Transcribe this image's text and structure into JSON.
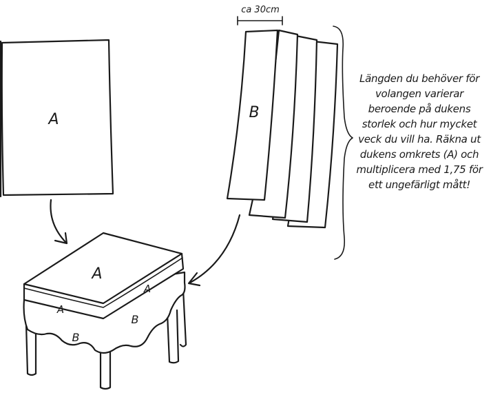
{
  "labels": {
    "a_sheet": "A",
    "b_strip": "B",
    "width": "ca 30cm",
    "a_top": "A",
    "a_side_front": "A",
    "a_side_right": "A",
    "b_ruffle_front": "B",
    "b_ruffle_right": "B"
  },
  "note": {
    "lines": [
      "Längden du behöver för",
      "volangen varierar",
      "beroende på dukens",
      "storlek och hur mycket",
      "veck du vill ha. Räkna ut",
      "dukens omkrets (A) och",
      "multiplicera med 1,75 för",
      "ett ungefärligt mått!"
    ]
  }
}
